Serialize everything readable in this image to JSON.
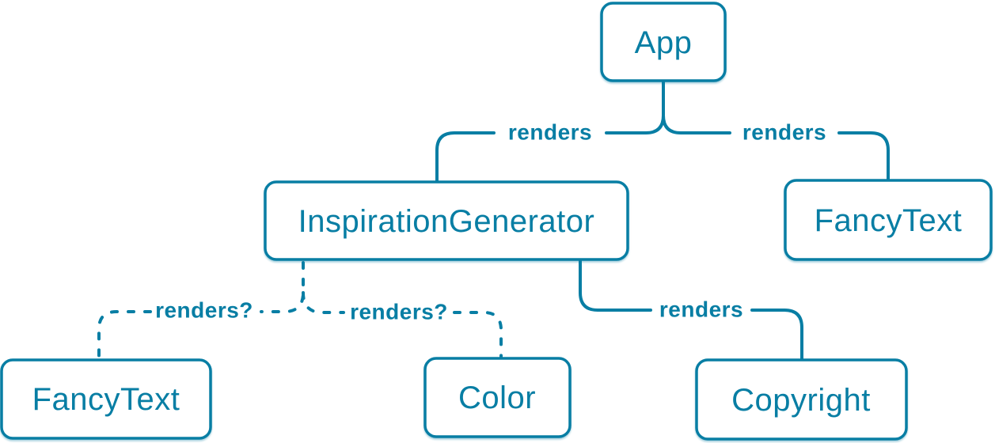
{
  "colors": {
    "accent": "#087ea4",
    "node_fill": "#ffffff",
    "background": "#ffffff"
  },
  "nodes": [
    {
      "id": "app",
      "label": "App"
    },
    {
      "id": "inspiration-generator",
      "label": "InspirationGenerator"
    },
    {
      "id": "fancy-text-top",
      "label": "FancyText"
    },
    {
      "id": "fancy-text-bottom",
      "label": "FancyText"
    },
    {
      "id": "color",
      "label": "Color"
    },
    {
      "id": "copyright",
      "label": "Copyright"
    }
  ],
  "edges": [
    {
      "from": "App",
      "to": "InspirationGenerator",
      "label": "renders",
      "style": "solid"
    },
    {
      "from": "App",
      "to": "FancyText",
      "label": "renders",
      "style": "solid"
    },
    {
      "from": "InspirationGenerator",
      "to": "FancyText",
      "label": "renders?",
      "style": "dashed"
    },
    {
      "from": "InspirationGenerator",
      "to": "Color",
      "label": "renders?",
      "style": "dashed"
    },
    {
      "from": "InspirationGenerator",
      "to": "Copyright",
      "label": "renders",
      "style": "solid"
    }
  ]
}
